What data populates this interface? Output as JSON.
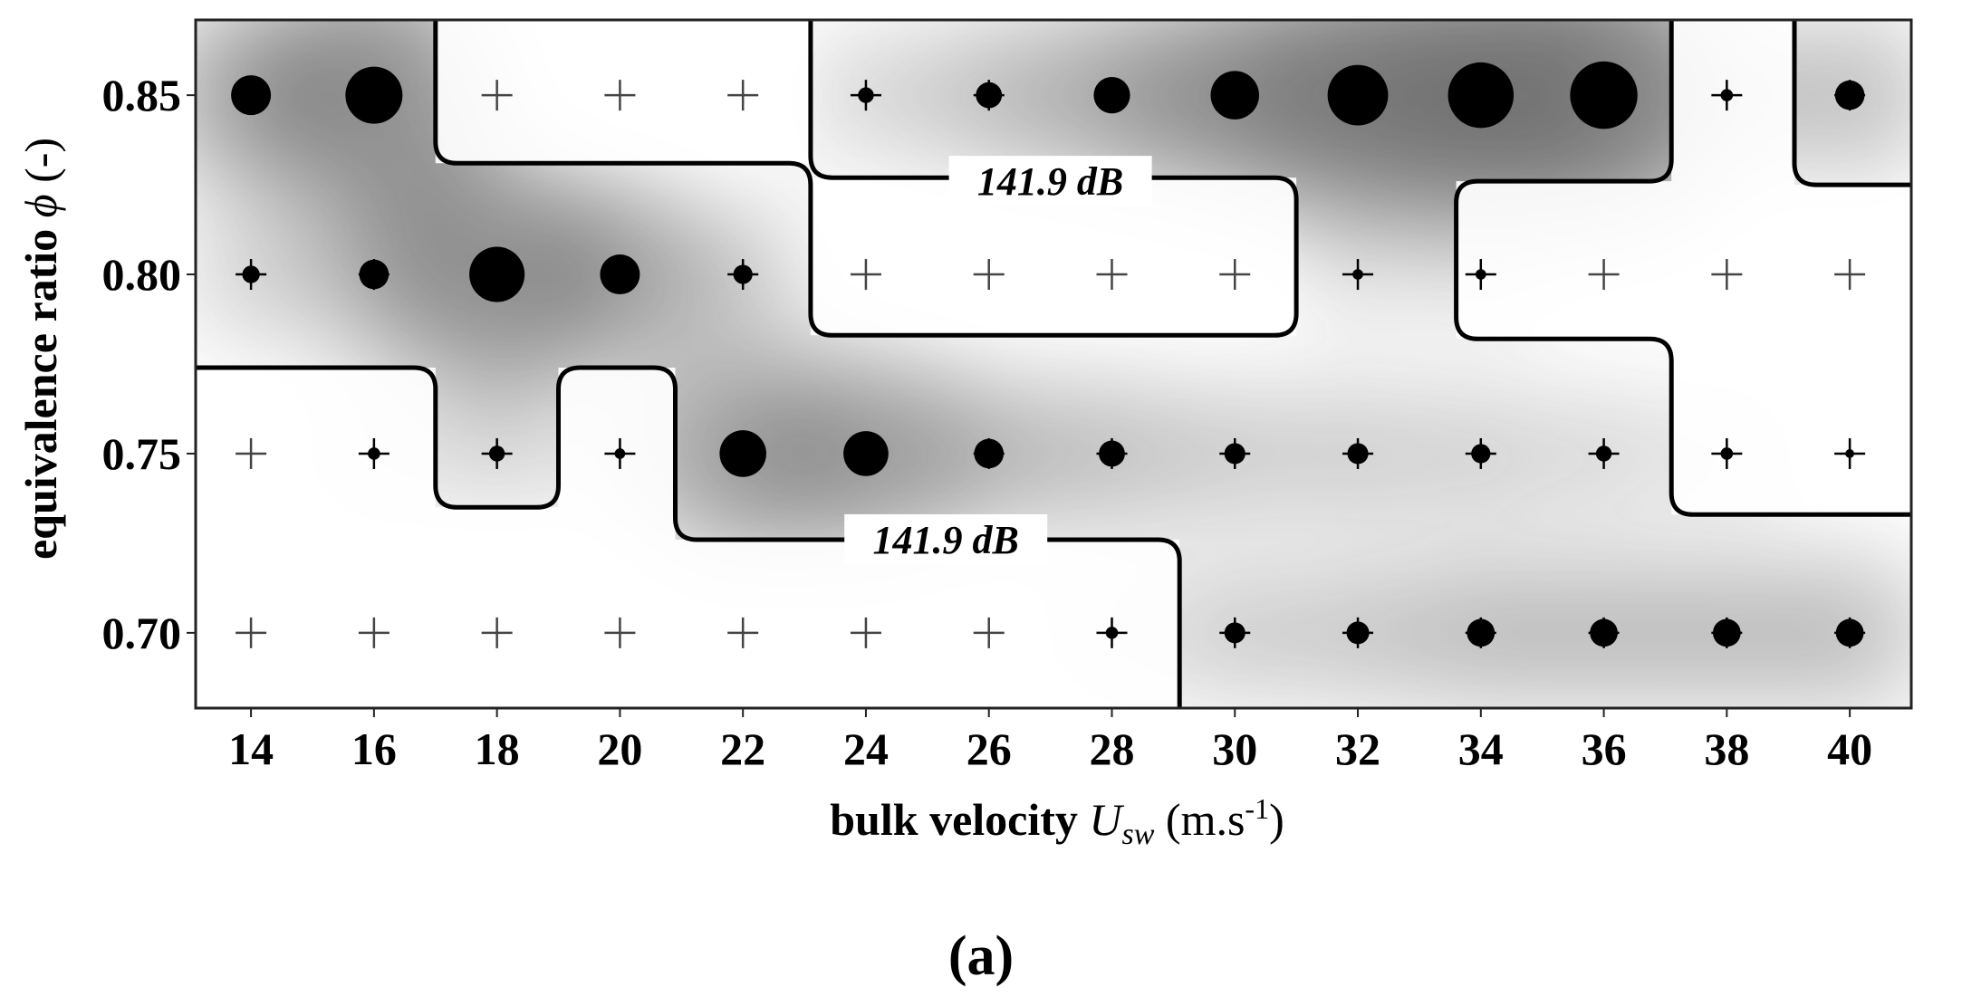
{
  "panel_label": "(a)",
  "chart_data": {
    "type": "scatter",
    "xlabel": {
      "main": "bulk velocity ",
      "symbol": "U",
      "subscript": "sw",
      "unit": " (m.s",
      "unit_sup": "-1",
      "unit_end": ")"
    },
    "ylabel": {
      "main": "equivalence ratio ",
      "symbol": "ϕ",
      "unit": " (-)"
    },
    "x_ticks": [
      "14",
      "16",
      "18",
      "20",
      "22",
      "24",
      "26",
      "28",
      "30",
      "32",
      "34",
      "36",
      "38",
      "40"
    ],
    "y_ticks": [
      "0.70",
      "0.75",
      "0.80",
      "0.85"
    ],
    "xlim": [
      13.1,
      41.0
    ],
    "ylim": [
      0.679,
      0.871
    ],
    "marker_legend": "circle = oscillating, radius grows with amplitude; plus = stable",
    "contour_label": "141.9 dB",
    "rows": [
      {
        "phi": 0.85,
        "marks": [
          2,
          3,
          0,
          0,
          0,
          0.6,
          1.2,
          1.8,
          2.5,
          3.2,
          3.5,
          3.6,
          0.4,
          1.4
        ]
      },
      {
        "phi": 0.8,
        "marks": [
          0.7,
          1.4,
          2.9,
          2.0,
          0.8,
          0,
          0,
          0,
          0,
          0.3,
          0.3,
          0,
          0,
          0
        ]
      },
      {
        "phi": 0.75,
        "marks": [
          0,
          0.4,
          0.6,
          0.3,
          2.4,
          2.3,
          1.4,
          1.2,
          0.9,
          0.9,
          0.8,
          0.6,
          0.4,
          0.2
        ]
      },
      {
        "phi": 0.7,
        "marks": [
          0,
          0,
          0,
          0,
          0,
          0,
          0,
          0.4,
          0.9,
          1.0,
          1.3,
          1.3,
          1.3,
          1.3
        ]
      }
    ],
    "contours": [
      {
        "points": [
          [
            17.0,
            0.871
          ],
          [
            17.0,
            0.831
          ],
          [
            23.1,
            0.831
          ],
          [
            23.1,
            0.783
          ],
          [
            31.0,
            0.783
          ],
          [
            31.0,
            0.827
          ],
          [
            23.1,
            0.827
          ],
          [
            23.1,
            0.871
          ]
        ]
      },
      {
        "points": [
          [
            13.1,
            0.774
          ],
          [
            17.0,
            0.774
          ],
          [
            17.0,
            0.735
          ],
          [
            19.0,
            0.735
          ],
          [
            19.0,
            0.774
          ],
          [
            20.9,
            0.774
          ],
          [
            20.9,
            0.726
          ],
          [
            29.1,
            0.726
          ],
          [
            29.1,
            0.679
          ]
        ]
      },
      {
        "points": [
          [
            37.1,
            0.871
          ],
          [
            37.1,
            0.826
          ],
          [
            33.6,
            0.826
          ],
          [
            33.6,
            0.782
          ],
          [
            37.1,
            0.782
          ],
          [
            37.1,
            0.733
          ],
          [
            41.0,
            0.733
          ]
        ]
      },
      {
        "points": [
          [
            39.1,
            0.871
          ],
          [
            39.1,
            0.825
          ],
          [
            41.0,
            0.825
          ]
        ]
      }
    ],
    "contour_label_positions": [
      [
        27.0,
        0.826
      ],
      [
        25.3,
        0.726
      ]
    ]
  }
}
